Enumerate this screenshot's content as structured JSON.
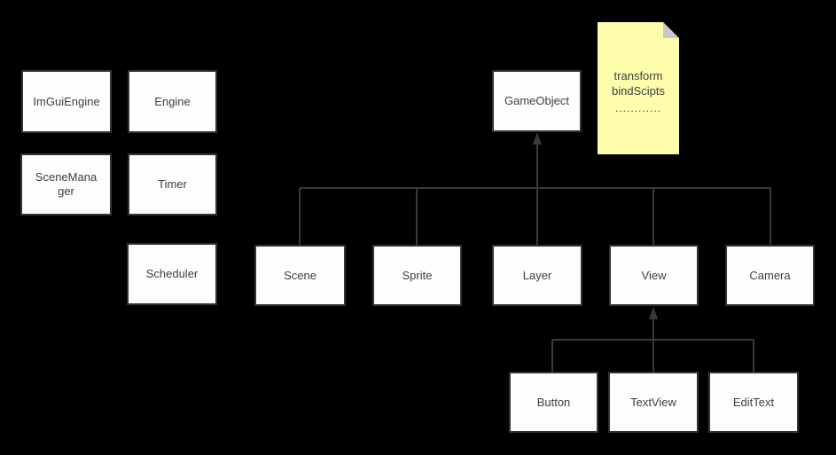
{
  "colors": {
    "background": "#000000",
    "box_fill": "#fdfdfd",
    "box_border": "#333333",
    "connector": "#3a3a3a",
    "text": "#3f3f3f",
    "note_fill": "#fdfdab",
    "note_fold": "#c8c8c8"
  },
  "nodes": {
    "imguiengine": {
      "label": "ImGuiEngine"
    },
    "engine": {
      "label": "Engine"
    },
    "scenemanager": {
      "label": "SceneManager"
    },
    "timer": {
      "label": "Timer"
    },
    "scheduler": {
      "label": "Scheduler"
    },
    "gameobject": {
      "label": "GameObject"
    },
    "scene": {
      "label": "Scene"
    },
    "sprite": {
      "label": "Sprite"
    },
    "layer": {
      "label": "Layer"
    },
    "view": {
      "label": "View"
    },
    "camera": {
      "label": "Camera"
    },
    "button": {
      "label": "Button"
    },
    "textview": {
      "label": "TextView"
    },
    "edittext": {
      "label": "EditText"
    }
  },
  "note": {
    "lines": [
      "transform",
      "bindScipts",
      "............"
    ]
  },
  "edges": [
    {
      "from": "Scene",
      "to": "GameObject",
      "type": "inheritance-arrow"
    },
    {
      "from": "Sprite",
      "to": "GameObject",
      "type": "inheritance-arrow"
    },
    {
      "from": "Layer",
      "to": "GameObject",
      "type": "inheritance-arrow"
    },
    {
      "from": "View",
      "to": "GameObject",
      "type": "inheritance-arrow"
    },
    {
      "from": "Camera",
      "to": "GameObject",
      "type": "inheritance-arrow"
    },
    {
      "from": "Button",
      "to": "View",
      "type": "inheritance-arrow"
    },
    {
      "from": "TextView",
      "to": "View",
      "type": "inheritance-arrow"
    },
    {
      "from": "EditText",
      "to": "View",
      "type": "inheritance-arrow"
    }
  ]
}
